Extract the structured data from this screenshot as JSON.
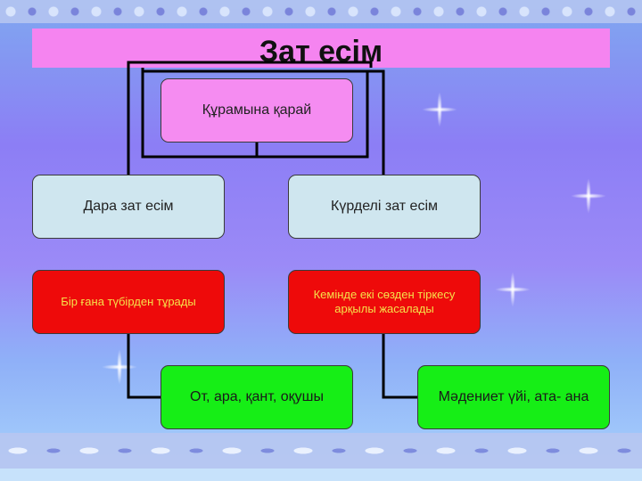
{
  "title": "Зат есім",
  "diagram": {
    "root": "Құрамына қарай",
    "simple": {
      "label": "Дара зат есім",
      "description": "Бір ғана түбірден тұрады",
      "examples": "От, ара, қант, оқушы"
    },
    "complex": {
      "label": "Күрделі зат есім",
      "description": "Кемінде екі сөзден тіркесу арқылы жасалады",
      "examples": "Мәдениет үйі, ата- ана"
    }
  },
  "colors": {
    "title_bar": "#f584f0",
    "root_box": "#f58cf1",
    "category_box": "#cfe6ef",
    "description_box": "#ee0a0a",
    "description_text": "#f5e04a",
    "example_box": "#16ee16",
    "connector": "#000000"
  }
}
